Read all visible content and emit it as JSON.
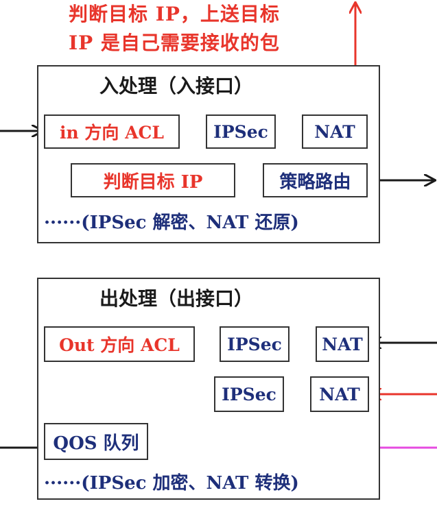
{
  "top_note": {
    "line1": "判断目标 IP，上送目标",
    "line2": "IP 是自己需要接收的包"
  },
  "inbound": {
    "title": "入处理（入接口）",
    "acl": "in 方向 ACL",
    "ipsec": "IPSec",
    "nat": "NAT",
    "check_ip": "判断目标 IP",
    "policy_route": "策略路由",
    "note": "······(IPSec 解密、NAT 还原)"
  },
  "outbound": {
    "title": "出处理（出接口）",
    "acl": "Out 方向 ACL",
    "ipsec_1": "IPSec",
    "nat_1": "NAT",
    "ipsec_2": "IPSec",
    "nat_2": "NAT",
    "qos": "QOS 队列",
    "note": "······(IPSec 加密、NAT 转换)"
  },
  "colors": {
    "red": "#e8352b",
    "blue": "#1e2f7a",
    "black_arrow": "#1a1a1a",
    "magenta_arrow": "#e64be0"
  }
}
